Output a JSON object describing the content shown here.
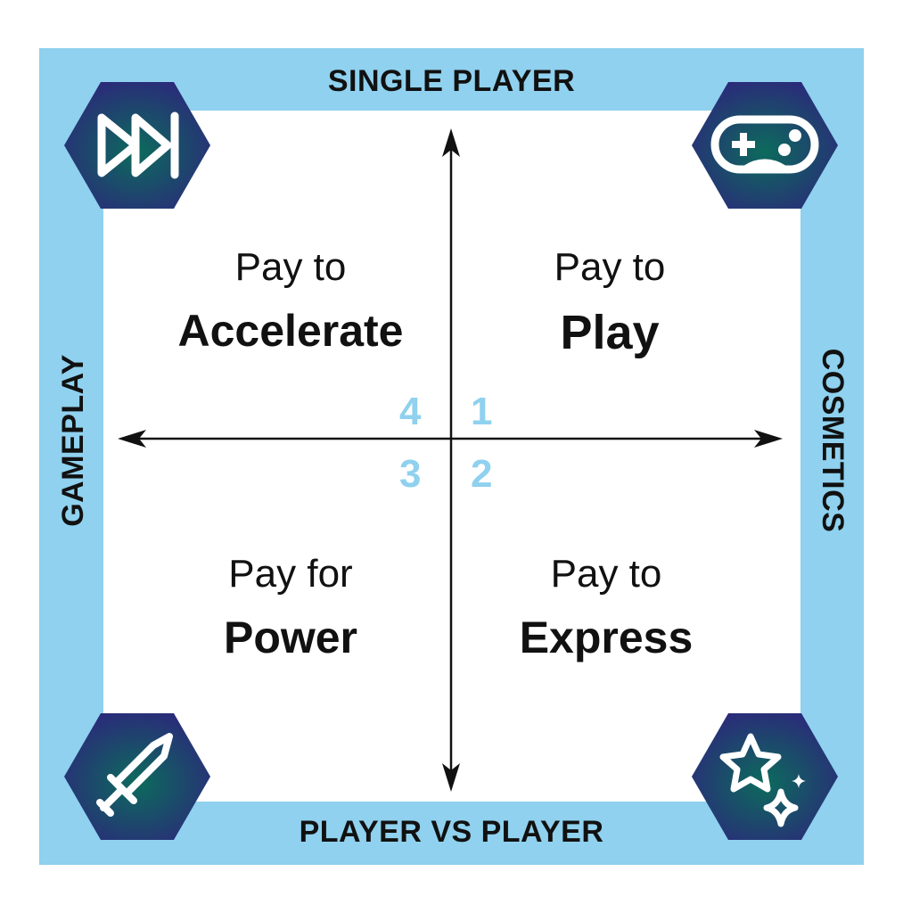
{
  "axes": {
    "top": "SINGLE PLAYER",
    "bottom": "PLAYER VS PLAYER",
    "left": "GAMEPLAY",
    "right": "COSMETICS"
  },
  "quadrants": [
    {
      "id": "top-left",
      "line1": "Pay to",
      "line2": "Accelerate",
      "number": "4",
      "icon": "fast-forward-icon"
    },
    {
      "id": "top-right",
      "line1": "Pay to",
      "line2": "Play",
      "number": "1",
      "icon": "gamepad-icon"
    },
    {
      "id": "bottom-right",
      "line1": "Pay to",
      "line2": "Express",
      "number": "2",
      "icon": "stars-icon"
    },
    {
      "id": "bottom-left",
      "line1": "Pay for",
      "line2": "Power",
      "number": "3",
      "icon": "sword-icon"
    }
  ],
  "colors": {
    "frame": "#8fd1ee",
    "numbers": "#8fd1ee",
    "hex_outer": "#2b2a7a",
    "hex_inner": "#0c6b5c",
    "text": "#111111"
  }
}
